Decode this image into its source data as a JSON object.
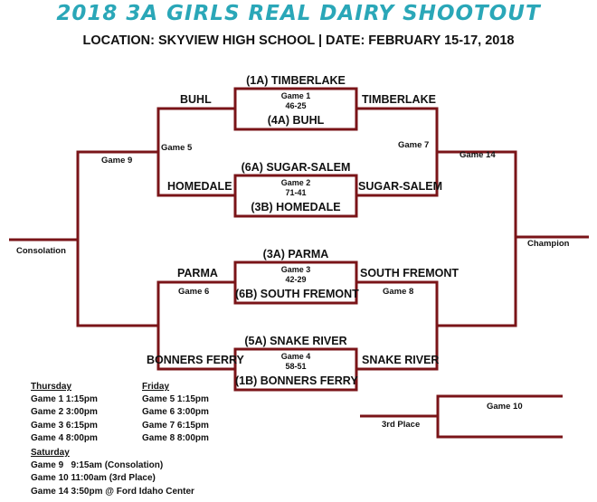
{
  "header": {
    "title": "2018 3A GIRLS REAL DAIRY SHOOTOUT",
    "subtitle": "LOCATION: SKYVIEW HIGH SCHOOL  |  DATE: FEBRUARY 15-17, 2018"
  },
  "colors": {
    "title": "#2aa7b8",
    "bracket": "#7a1418"
  },
  "bracket": {
    "g1": {
      "top_team": "(1A) TIMBERLAKE",
      "bottom_team": "(4A) BUHL",
      "name": "Game 1",
      "score": "46-25"
    },
    "g2": {
      "top_team": "(6A) SUGAR-SALEM",
      "bottom_team": "(3B) HOMEDALE",
      "name": "Game 2",
      "score": "71-41"
    },
    "g3": {
      "top_team": "(3A) PARMA",
      "bottom_team": "(6B) SOUTH FREMONT",
      "name": "Game 3",
      "score": "42-29"
    },
    "g4": {
      "top_team": "(5A) SNAKE RIVER",
      "bottom_team": "(1B) BONNERS FERRY",
      "name": "Game 4",
      "score": "58-51"
    },
    "left": {
      "buhl": "BUHL",
      "homedale": "HOMEDALE",
      "parma": "PARMA",
      "bonners_ferry": "BONNERS FERRY"
    },
    "right": {
      "timberlake": "TIMBERLAKE",
      "sugar_salem": "SUGAR-SALEM",
      "south_fremont": "SOUTH FREMONT",
      "snake_river": "SNAKE RIVER"
    },
    "games": {
      "g5": "Game 5",
      "g6": "Game 6",
      "g7": "Game 7",
      "g8": "Game 8",
      "g9": "Game 9",
      "g10": "Game 10",
      "g14": "Game 14"
    },
    "consolation": "Consolation",
    "champion": "Champion",
    "third_place": "3rd Place"
  },
  "schedule": {
    "thursday": {
      "label": "Thursday",
      "items": [
        "Game 1 1:15pm",
        "Game 2 3:00pm",
        "Game 3 6:15pm",
        "Game 4 8:00pm"
      ]
    },
    "friday": {
      "label": "Friday",
      "items": [
        "Game 5 1:15pm",
        "Game 6 3:00pm",
        "Game 7 6:15pm",
        "Game 8 8:00pm"
      ]
    },
    "saturday": {
      "label": "Saturday",
      "items": [
        "Game 9   9:15am (Consolation)",
        "Game 10 11:00am (3rd Place)",
        "Game 14 3:50pm @ Ford Idaho Center"
      ]
    }
  }
}
